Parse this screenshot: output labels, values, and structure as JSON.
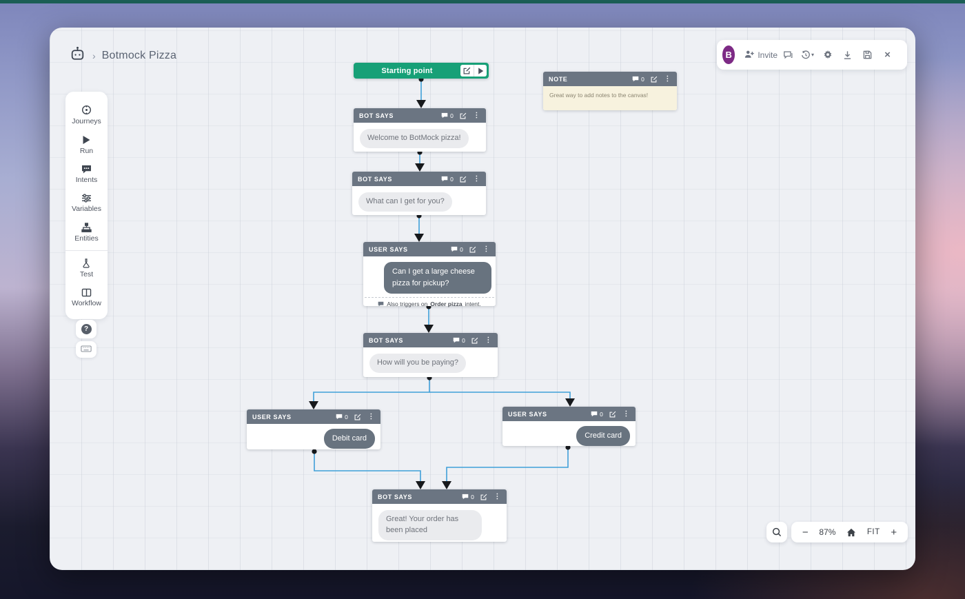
{
  "header": {
    "title": "Botmock Pizza"
  },
  "toolbar": {
    "avatar_initial": "B",
    "invite_label": "Invite",
    "icons": [
      "comments-icon",
      "history-icon",
      "settings-gear-icon",
      "download-icon",
      "save-icon",
      "close-icon"
    ]
  },
  "sidebar": {
    "items": [
      {
        "label": "Journeys",
        "icon": "journeys-icon"
      },
      {
        "label": "Run",
        "icon": "run-icon"
      },
      {
        "label": "Intents",
        "icon": "intents-icon"
      },
      {
        "label": "Variables",
        "icon": "variables-icon"
      },
      {
        "label": "Entities",
        "icon": "entities-icon"
      },
      {
        "label": "Test",
        "icon": "test-icon"
      },
      {
        "label": "Workflow",
        "icon": "workflow-icon"
      }
    ]
  },
  "nodes": {
    "starting_point": {
      "label": "Starting point"
    },
    "bot_welcome": {
      "type": "BOT SAYS",
      "comment_count": "0",
      "message": "Welcome to BotMock pizza!"
    },
    "bot_what": {
      "type": "BOT SAYS",
      "comment_count": "0",
      "message": "What can I get for you?"
    },
    "user_pizza": {
      "type": "USER SAYS",
      "comment_count": "0",
      "message": "Can I get a large cheese pizza for pickup?",
      "trigger_prefix": "Also triggers on",
      "trigger_intent": "Order pizza",
      "trigger_suffix": "intent."
    },
    "bot_paying": {
      "type": "BOT SAYS",
      "comment_count": "0",
      "message": "How will you be paying?"
    },
    "user_debit": {
      "type": "USER SAYS",
      "comment_count": "0",
      "message": "Debit card"
    },
    "user_credit": {
      "type": "USER SAYS",
      "comment_count": "0",
      "message": "Credit card"
    },
    "bot_placed": {
      "type": "BOT SAYS",
      "comment_count": "0",
      "message": "Great! Your order has been placed"
    },
    "note": {
      "type": "NOTE",
      "comment_count": "0",
      "message": "Great way to add notes to the canvas!"
    }
  },
  "zoom_controls": {
    "zoom_level": "87%",
    "fit_label": "FIT"
  },
  "colors": {
    "accent_green": "#17a077",
    "node_header_slate": "#6b7582",
    "connector_blue": "#3f9fd8",
    "avatar_purple": "#7d2a85",
    "note_bg": "#f7f2de",
    "canvas_bg": "#eef0f4"
  }
}
